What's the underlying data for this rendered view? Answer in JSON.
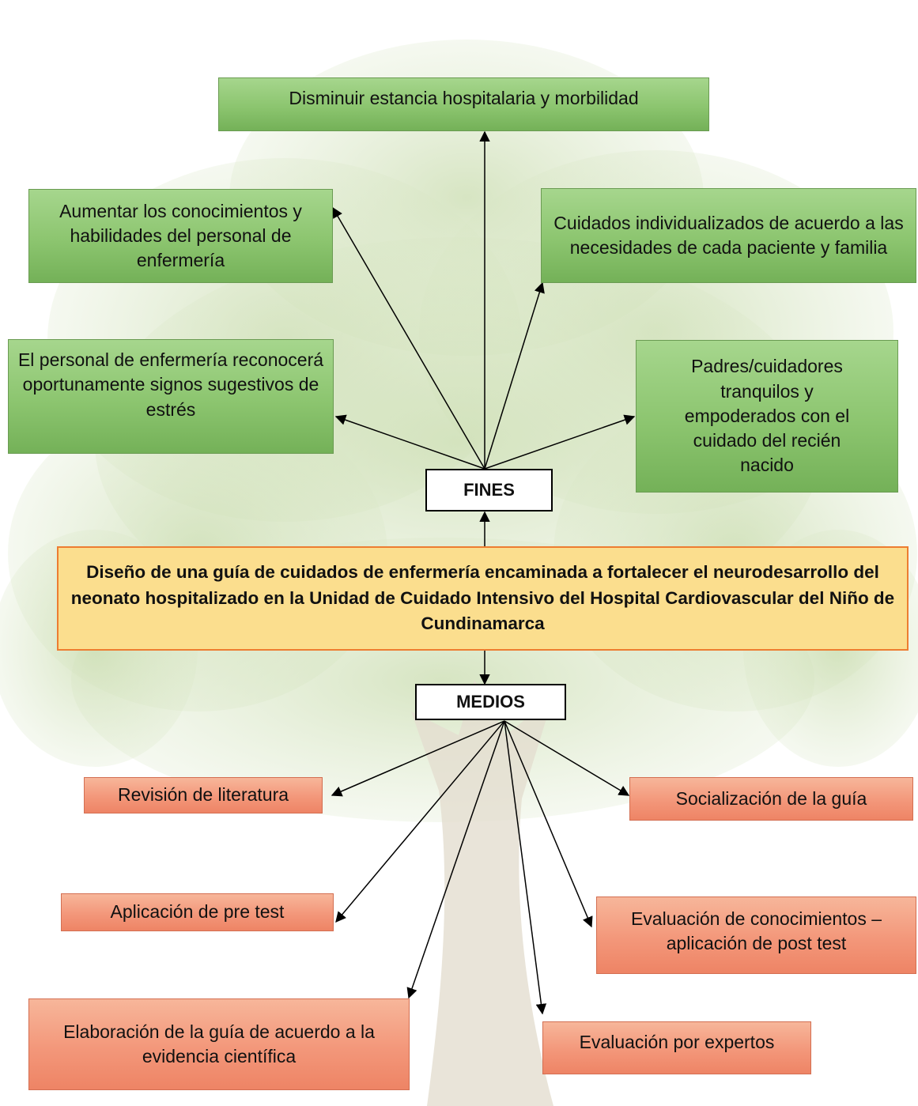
{
  "fines": {
    "label": "FINES",
    "items": [
      "Disminuir estancia hospitalaria y morbilidad",
      "Aumentar los conocimientos y habilidades del personal de enfermería",
      "Cuidados individualizados de acuerdo a las necesidades de cada paciente y familia",
      "El personal de enfermería reconocerá oportunamente signos sugestivos de estrés",
      "Padres/cuidadores tranquilos y empoderados con el cuidado del recién nacido"
    ]
  },
  "central": {
    "title": "Diseño de una guía de cuidados de enfermería encaminada a fortalecer el neurodesarrollo del neonato hospitalizado en la Unidad de Cuidado Intensivo del Hospital Cardiovascular del Niño de Cundinamarca"
  },
  "medios": {
    "label": "MEDIOS",
    "items": [
      "Revisión de literatura",
      "Socialización de la guía",
      "Aplicación de pre test",
      "Evaluación de conocimientos – aplicación de post test",
      "Elaboración de la guía de acuerdo a la evidencia científica",
      "Evaluación por expertos"
    ]
  },
  "colors": {
    "fines_fill": "#8cc56f",
    "medios_fill": "#f3977a",
    "central_fill": "#fbde8e",
    "central_border": "#ed7d31"
  }
}
